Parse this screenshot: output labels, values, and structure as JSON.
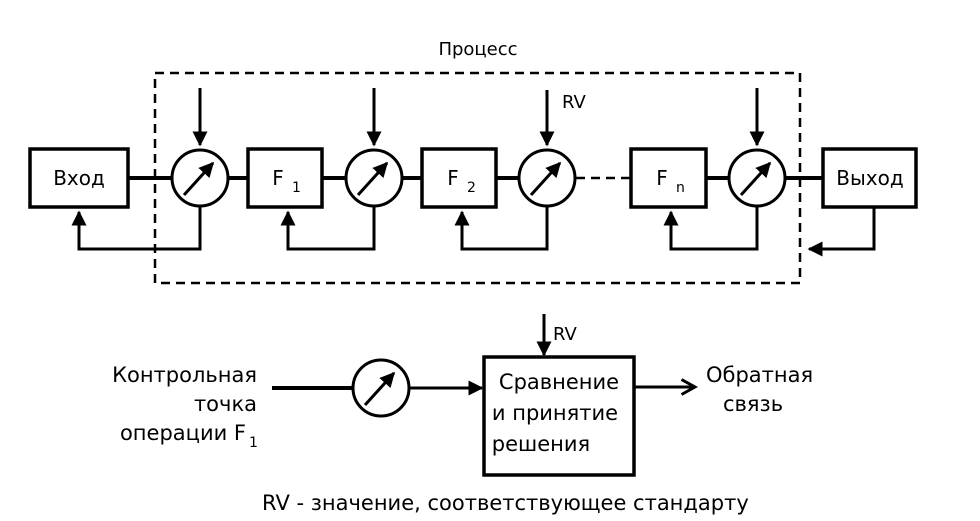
{
  "process": {
    "title": "Процесс",
    "input_label": "Вход",
    "output_label": "Выход",
    "stage_labels": [
      {
        "main": "F",
        "sub": "1"
      },
      {
        "main": "F",
        "sub": "2"
      },
      {
        "main": "F",
        "sub": "n"
      }
    ],
    "rv_label": "RV"
  },
  "comparison": {
    "rv_label": "RV",
    "control_point_lines": [
      "Контрольная",
      "точка",
      "операции F"
    ],
    "control_point_sub": "1",
    "decision_box_lines": [
      "Сравнение",
      "и принятие",
      "решения"
    ],
    "feedback_lines": [
      "Обратная",
      "связь"
    ]
  },
  "footnote": "RV - значение, соответствующее стандарту"
}
